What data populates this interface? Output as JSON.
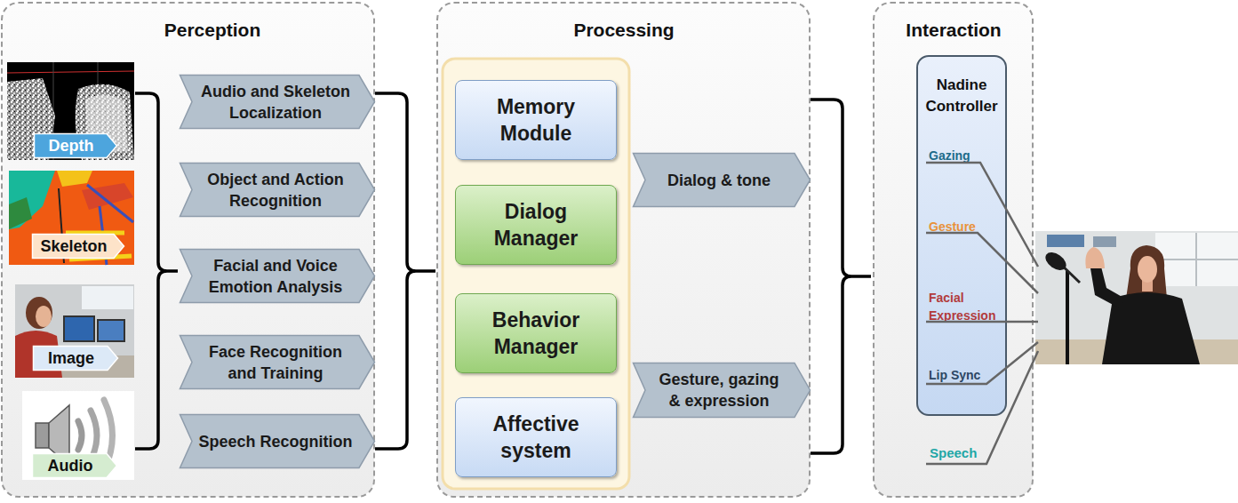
{
  "diagram": {
    "nodes": [
      {
        "text": [
          "Perception"
        ]
      },
      {
        "text": [
          "Depth"
        ],
        "in": 0
      },
      {
        "text": [
          "Skeleton"
        ],
        "in": 0
      },
      {
        "text": [
          "Image"
        ],
        "in": 0
      },
      {
        "text": [
          "Audio"
        ],
        "in": 0
      },
      {
        "text": [
          "Audio and Skeleton Localization"
        ],
        "in": 0
      },
      {
        "text": [
          "Object and Action Recognition"
        ],
        "in": 0
      },
      {
        "text": [
          "Facial and Voice Emotion Analysis"
        ],
        "in": 0
      },
      {
        "text": [
          "Face Recognition and Training"
        ],
        "in": 0
      },
      {
        "text": [
          "Speech Recognition"
        ],
        "in": 0
      },
      {
        "text": [
          "Processing"
        ]
      },
      {
        "text": [
          "Memory Module"
        ],
        "in": 10
      },
      {
        "text": [
          "Dialog Manager"
        ],
        "in": 10
      },
      {
        "text": [
          "Behavior Manager"
        ],
        "in": 10
      },
      {
        "text": [
          "Affective system"
        ],
        "in": 10
      },
      {
        "text": [
          "Dialog & tone"
        ],
        "in": 10
      },
      {
        "text": [
          "Gesture, gazing & expression"
        ],
        "in": 10
      },
      {
        "text": [
          "Interaction"
        ]
      },
      {
        "text": [
          "Nadine Controller",
          "Gazing",
          "Gesture",
          "Facial Expression",
          "Lip Sync"
        ],
        "in": 17
      }
    ],
    "labels": [
      "Speech"
    ]
  }
}
